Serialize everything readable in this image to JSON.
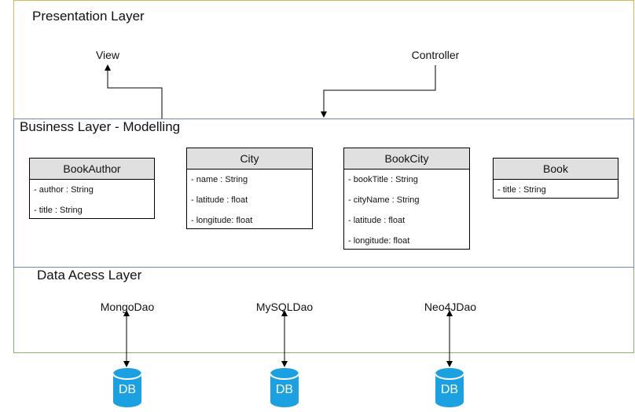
{
  "layers": {
    "presentation": "Presentation Layer",
    "business": "Business Layer - Modelling",
    "data_access": "Data Acess Layer"
  },
  "presentation_nodes": {
    "view": "View",
    "controller": "Controller"
  },
  "classes": [
    {
      "name": "BookAuthor",
      "attributes": [
        "- author : String",
        "- title : String"
      ]
    },
    {
      "name": "City",
      "attributes": [
        "- name : String",
        "- latitude : float",
        "- longitude: float"
      ]
    },
    {
      "name": "BookCity",
      "attributes": [
        "- bookTitle : String",
        "- cityName : String",
        "- latitude : float",
        "- longitude: float"
      ]
    },
    {
      "name": "Book",
      "attributes": [
        "- title : String"
      ]
    }
  ],
  "daos": [
    "MongoDao",
    "MySQLDao",
    "Neo4JDao"
  ],
  "db_label": "DB",
  "colors": {
    "presentation_border": "#d6b656",
    "business_border": "#6c8ebf",
    "data_access_border": "#82b366",
    "class_header": "#e0e0e0",
    "db": "#1ba1e2"
  }
}
